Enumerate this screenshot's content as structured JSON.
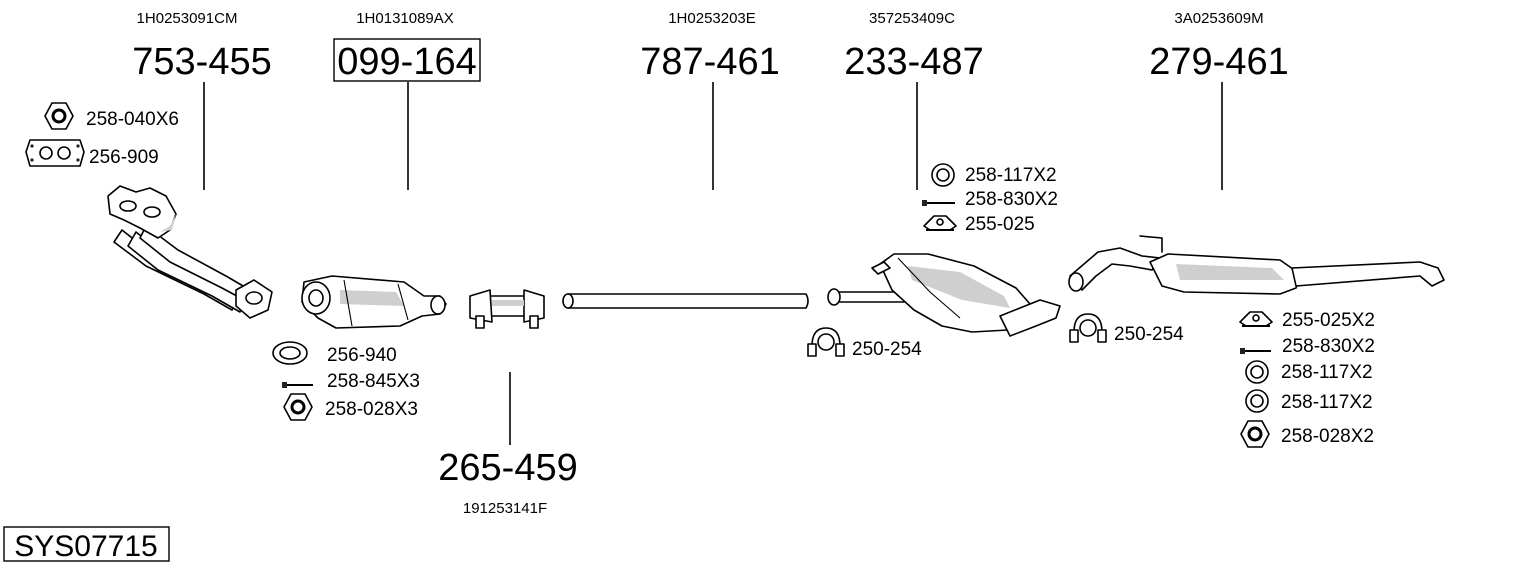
{
  "system_code": "SYS07715",
  "main_parts": [
    {
      "oem": "1H0253091CM",
      "number": "753-455",
      "boxed": false
    },
    {
      "oem": "1H0131089AX",
      "number": "099-164",
      "boxed": true
    },
    {
      "oem": "1H0253203E",
      "number": "787-461",
      "boxed": false
    },
    {
      "oem": "357253409C",
      "number": "233-487",
      "boxed": false
    },
    {
      "oem": "3A0253609M",
      "number": "279-461",
      "boxed": false
    }
  ],
  "lower_part": {
    "number": "265-459",
    "oem": "191253141F"
  },
  "accessories": {
    "manifold": [
      "258-040X6",
      "256-909"
    ],
    "catalyst": [
      "256-940",
      "258-845X3",
      "258-028X3"
    ],
    "middle": [
      "258-117X2",
      "258-830X2",
      "255-025"
    ],
    "clamp_front": "250-254",
    "clamp_rear": "250-254",
    "rear": [
      "255-025X2",
      "258-830X2",
      "258-117X2",
      "258-117X2",
      "258-028X2"
    ]
  }
}
